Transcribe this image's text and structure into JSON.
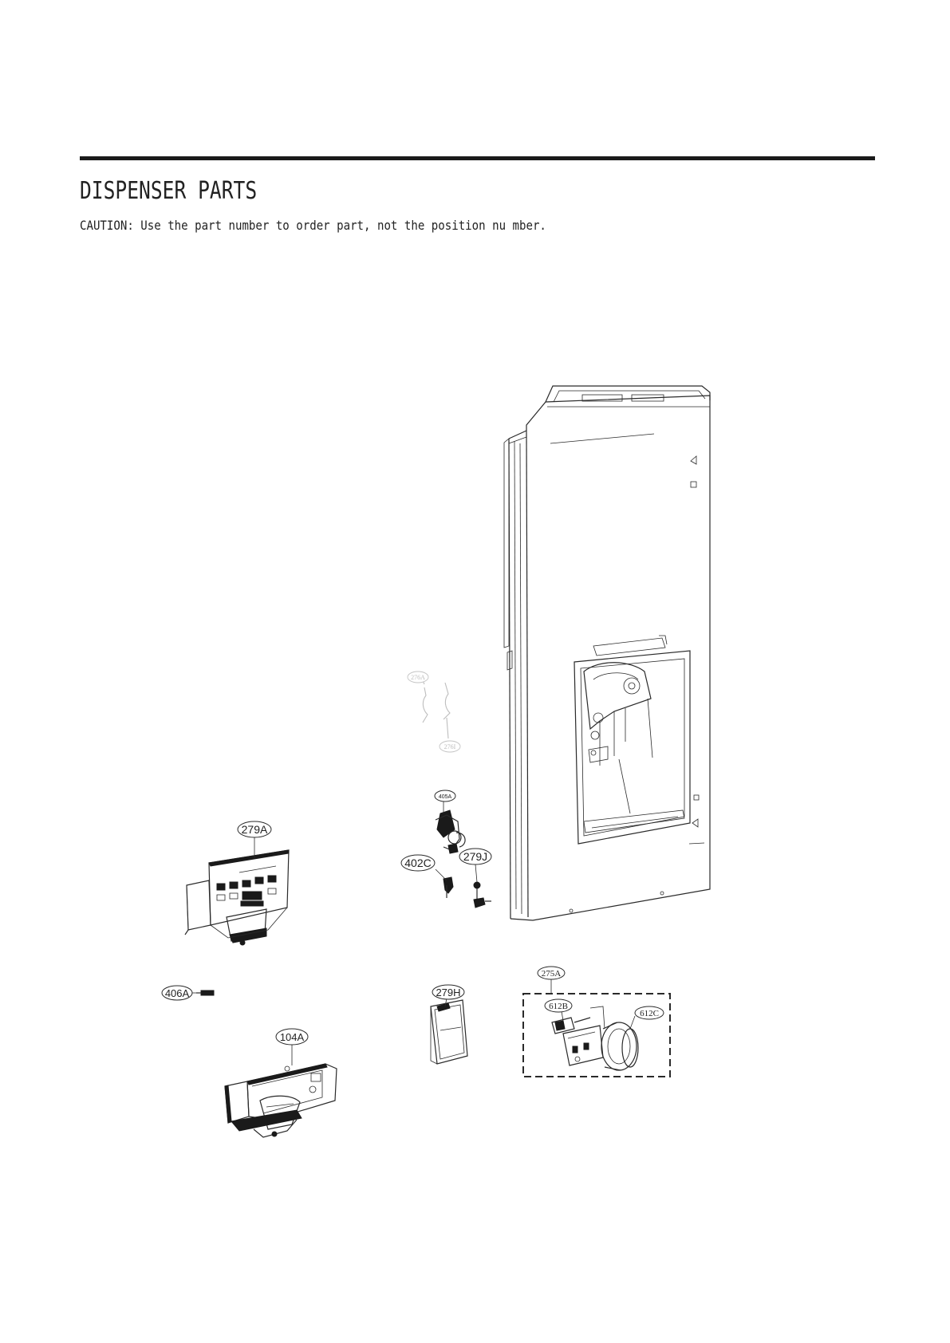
{
  "header": {
    "title": "DISPENSER PARTS",
    "caution": "CAUTION: Use the part number to order part, not the position nu mber."
  },
  "callouts": {
    "p276A": "276A",
    "p276I": "276I",
    "p405A": "405A",
    "p279A": "279A",
    "p402C": "402C",
    "p279J": "279J",
    "p406A": "406A",
    "p104A": "104A",
    "p279H": "279H",
    "p275A": "275A",
    "p612B": "612B",
    "p612C": "612C"
  },
  "colors": {
    "line": "#2a2a2a",
    "faint": "#bdbdbd",
    "part_dark": "#1a1a1a",
    "background": "#ffffff"
  }
}
